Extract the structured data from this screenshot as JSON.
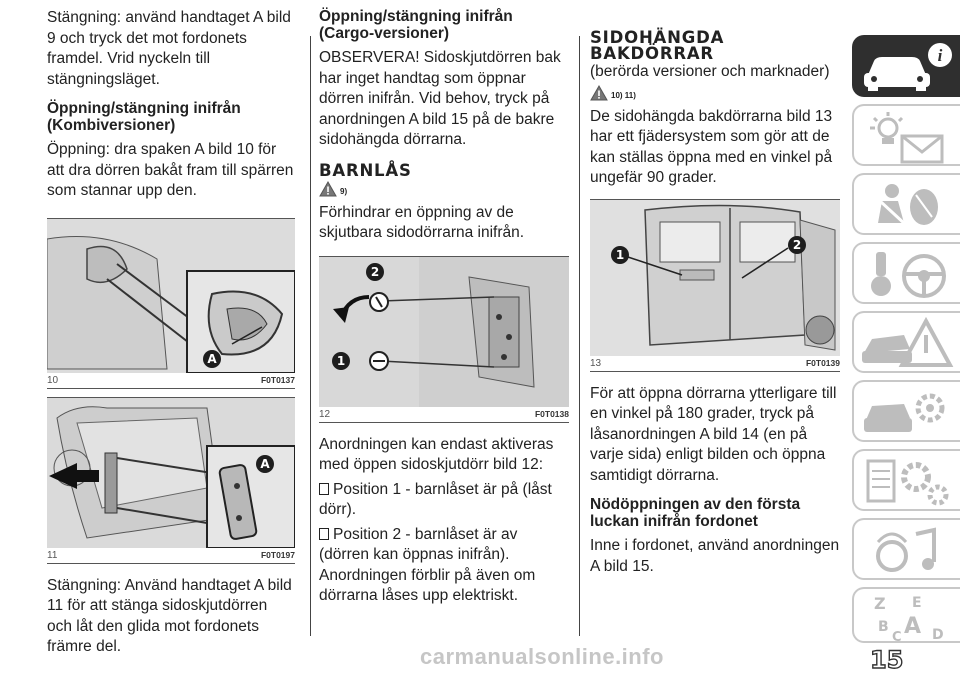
{
  "col1": {
    "p1": "Stängning: använd handtaget A bild 9 och tryck det mot fordonets framdel. Vrid nyckeln till stängningsläget.",
    "h1": "Öppning/stängning inifrån (Kombiversioner)",
    "p2": "Öppning: dra spaken A bild 10 för att dra dörren bakåt fram till spärren som stannar upp den.",
    "fig10": {
      "num": "10",
      "code": "F0T0137",
      "label": "A"
    },
    "fig11": {
      "num": "11",
      "code": "F0T0197",
      "label": "A"
    },
    "p3": "Stängning: Använd handtaget A bild 11 för att stänga sidoskjutdörren och låt den glida mot fordonets främre del."
  },
  "col2": {
    "h1": "Öppning/stängning inifrån (Cargo-versioner)",
    "p1": "OBSERVERA! Sidoskjutdörren bak har inget handtag som öppnar dörren inifrån. Vid behov, tryck på anordningen A bild 15 på de bakre sidohängda dörrarna.",
    "h2": "BARNLÅS",
    "warn_ref": "9)",
    "p2": "Förhindrar en öppning av de skjutbara sidodörrarna inifrån.",
    "fig12": {
      "num": "12",
      "code": "F0T0138",
      "label1": "1",
      "label2": "2"
    },
    "p3": "Anordningen kan endast aktiveras med öppen sidoskjutdörr bild 12:",
    "bullets": [
      "Position 1 - barnlåset är på (låst dörr).",
      "Position 2 - barnlåset är av (dörren kan öppnas inifrån)."
    ],
    "p4": "Anordningen förblir på även om dörrarna låses upp elektriskt."
  },
  "col3": {
    "h2": "SIDOHÄNGDA BAKDÖRRAR",
    "sub": "(berörda versioner och marknader)",
    "warn_ref": "10) 11)",
    "p1": "De sidohängda bakdörrarna bild 13 har ett fjädersystem som gör att de kan ställas öppna med en vinkel på ungefär 90 grader.",
    "fig13": {
      "num": "13",
      "code": "F0T0139",
      "label1": "1",
      "label2": "2"
    },
    "p2": "För att öppna dörrarna ytterligare till en vinkel på 180 grader, tryck på låsanordningen A bild 14 (en på varje sida) enligt bilden och öppna samtidigt dörrarna.",
    "h1": "Nödöppningen av den första luckan inifrån fordonet",
    "p3": "Inne i fordonet, använd anordningen A bild 15."
  },
  "page_number": "15",
  "watermark": "carmanualsonline.info",
  "sidebar_tabs": [
    "car-info-icon",
    "dashboard-lights-icon",
    "safety-airbag-icon",
    "starting-driving-icon",
    "emergency-icon",
    "maintenance-icon",
    "multimedia-icon",
    "index-icon"
  ],
  "colors": {
    "tab_active": "#2f2f2f",
    "tab_border": "#c8c8c8",
    "text": "#222222"
  }
}
